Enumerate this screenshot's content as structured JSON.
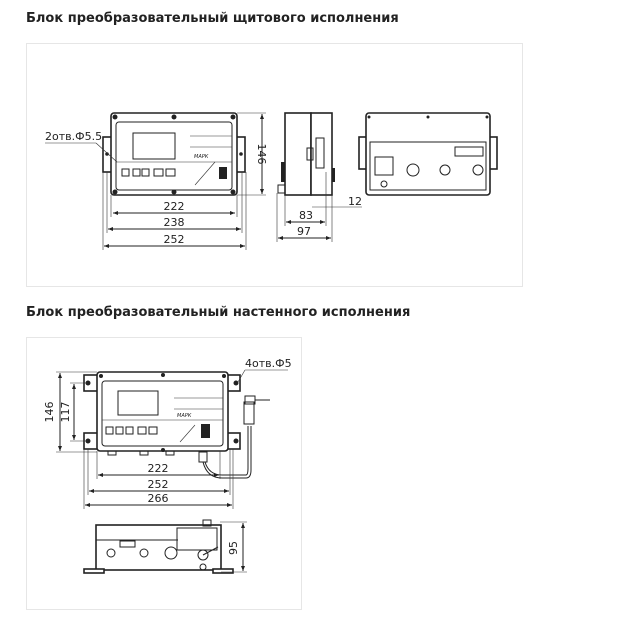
{
  "sections": [
    {
      "title": "Блок преобразовательный щитового исполнения",
      "drawing": {
        "hole_note": "2отв.Ф5.5",
        "dims": {
          "w1": "222",
          "w2": "238",
          "w3": "252",
          "h": "146",
          "depth1": "83",
          "depth2": "97",
          "bracket": "12"
        },
        "brand": "МАРК"
      }
    },
    {
      "title": "Блок преобразовательный настенного исполнения",
      "drawing": {
        "hole_note": "4отв.Ф5",
        "dims": {
          "w1": "222",
          "w2": "252",
          "w3": "266",
          "h1": "146",
          "h2": "117",
          "h3": "95"
        },
        "brand": "МАРК"
      }
    }
  ]
}
